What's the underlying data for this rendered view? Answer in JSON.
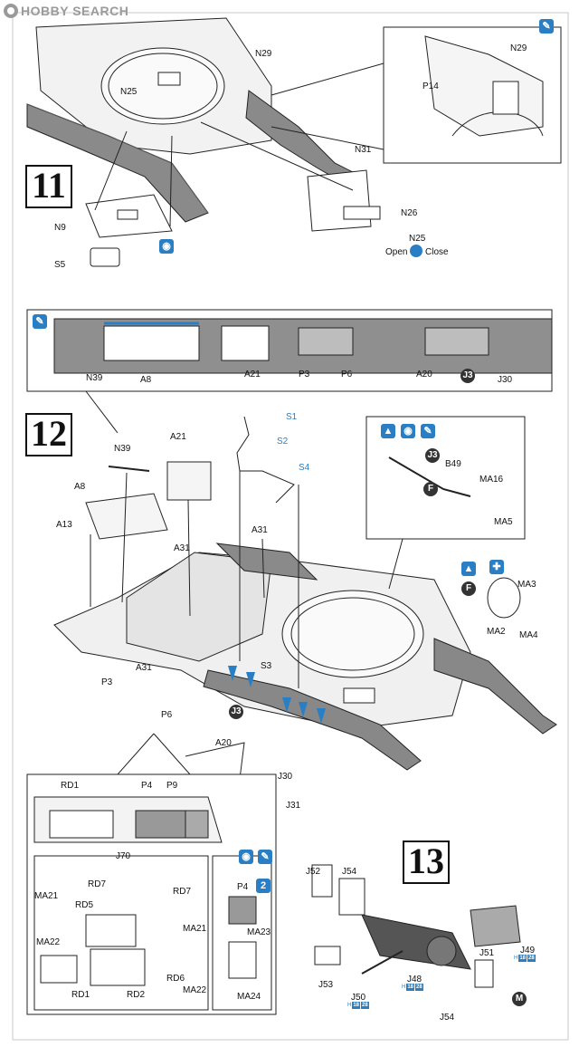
{
  "watermark": "HOBBY SEARCH",
  "steps": [
    "11",
    "12",
    "13"
  ],
  "step11": {
    "labels": [
      "N25",
      "N29",
      "N9",
      "S5",
      "N31",
      "N26",
      "N25",
      "P14",
      "N29"
    ],
    "open_label": "Open",
    "close_label": "Close"
  },
  "step12": {
    "strip_labels": [
      "N39",
      "A8",
      "A21",
      "P3",
      "P6",
      "A20",
      "J30"
    ],
    "strip_j3": "J3",
    "main_labels": [
      "N39",
      "A21",
      "A8",
      "A13",
      "A31",
      "A31",
      "A31",
      "P3",
      "P6",
      "S3",
      "A20",
      "J30",
      "J31"
    ],
    "blue_labels": [
      "S1",
      "S2",
      "S4"
    ],
    "main_j3": "J3",
    "inset_labels": [
      "B49",
      "MA16",
      "MA5"
    ],
    "inset_j3": "J3",
    "inset_f": "F",
    "ma_labels": [
      "MA3",
      "MA2",
      "MA4"
    ],
    "ma_f": "F",
    "sub_labels": [
      "RD1",
      "P4",
      "P9",
      "J70"
    ],
    "sub2_labels": [
      "MA21",
      "RD7",
      "RD5",
      "RD7",
      "MA22",
      "MA21",
      "RD6",
      "MA22",
      "RD1",
      "RD2"
    ],
    "sub3_labels": [
      "P4",
      "MA23",
      "MA24"
    ],
    "sub3_badge": "2"
  },
  "step13": {
    "labels": [
      "J52",
      "J54",
      "J53",
      "J51",
      "J48",
      "J50",
      "J49",
      "J54"
    ],
    "circle_m": "M",
    "h_prefix": "H",
    "h_nums": [
      "18",
      "28"
    ]
  }
}
